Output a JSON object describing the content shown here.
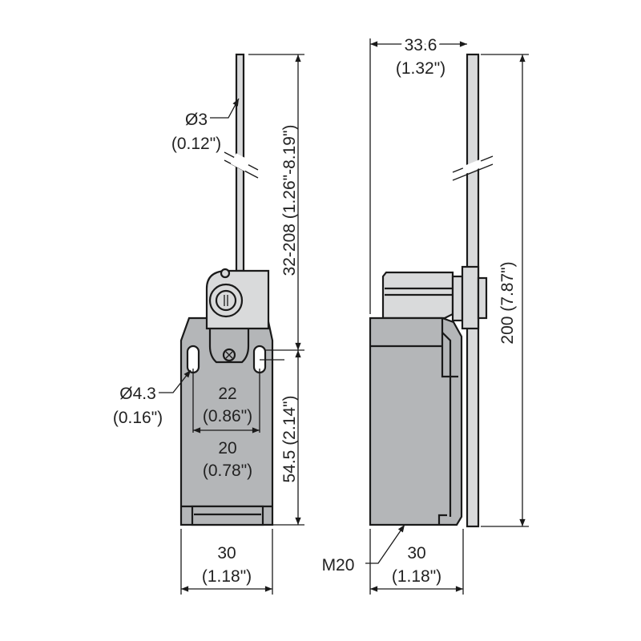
{
  "colors": {
    "body": "#b4b6b8",
    "light": "#d9dadb",
    "line": "#1a1a1a"
  },
  "front": {
    "rod_dia": "Ø3",
    "rod_dia_in": "(0.12\")",
    "length": "32-208  (1.26\"-8.19\")",
    "hole_dia": "Ø4.3",
    "hole_dia_in": "(0.16\")",
    "slot_outer": "22",
    "slot_outer_in": "(0.86\")",
    "slot_inner": "20",
    "slot_inner_in": "(0.78\")",
    "height": "54.5 (2.14\")",
    "width": "30",
    "width_in": "(1.18\")"
  },
  "side": {
    "depth": "33.6",
    "depth_in": "(1.32\")",
    "total_height": "200 (7.87\")",
    "thread": "M20",
    "width": "30",
    "width_in": "(1.18\")"
  }
}
